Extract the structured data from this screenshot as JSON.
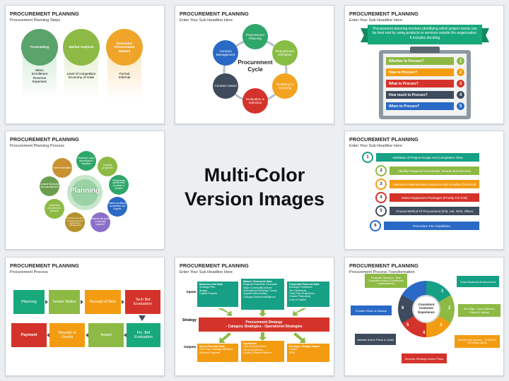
{
  "center": {
    "line1": "Multi-Color",
    "line2": "Version Images"
  },
  "s1": {
    "title": "PROCUREMENT PLANNING",
    "subtitle": "Procurement Planning Steps",
    "circles": [
      {
        "label": "Forecasting",
        "items": [
          "Menu",
          "Enrollment",
          "Revenue",
          "Expenses"
        ],
        "color": "#5aa36b"
      },
      {
        "label": "Market Analysis",
        "items": [
          "Level of competition",
          "Economy of scale"
        ],
        "color": "#8dba44"
      },
      {
        "label": "Determine Procurement Method",
        "items": [
          "Formal",
          "Informal"
        ],
        "color": "#efa52a"
      }
    ]
  },
  "s2": {
    "title": "PROCUREMENT PLANNING",
    "subtitle": "Enter Your Sub Headline Here",
    "center": "Procurement Cycle",
    "nodes": [
      "Procurement Planning",
      "Requirement Definition",
      "Tendering or Sourcing",
      "Evaluation & Selection",
      "Contract Award",
      "Contract Management"
    ]
  },
  "s3": {
    "title": "PROCUREMENT PLANNING",
    "subtitle": "Enter Your Sub Headline Here",
    "banner": "Procurement planning involves identifying which project needs can be best met by using products or services outside the organization. It includes deciding",
    "rows": [
      {
        "label": "Whether to Procure?",
        "num": "1"
      },
      {
        "label": "How to Procure?",
        "num": "2"
      },
      {
        "label": "What to Procure?",
        "num": "3"
      },
      {
        "label": "How much to Procure?",
        "num": "4"
      },
      {
        "label": "When to Procure?",
        "num": "5"
      }
    ]
  },
  "s4": {
    "title": "PROCUREMENT PLANNING",
    "subtitle": "Procurement Planning Process",
    "center": "Planning",
    "petals": [
      "Business case developed & adopted",
      "Training programs",
      "Private-lease government contracts or tenders",
      "Market conditions, competition and supplier",
      "What are the goods or services required?",
      "Procurement plan development and approval by management",
      "Undertake procurement process",
      "Contract finalization and management",
      "Need identified"
    ]
  },
  "s5": {
    "title": "PROCUREMENT PLANNING",
    "subtitle": "Enter Your Sub Headline Here",
    "rows": [
      {
        "num": "1",
        "label": "Definition of Project Scope And Completion Time"
      },
      {
        "num": "2",
        "label": "Identify Required Civil Works, Goods and Services"
      },
      {
        "num": "3",
        "label": "Determine Implementation Sequence And Schedule (Technical)"
      },
      {
        "num": "4",
        "label": "Select Equipment Packages (Priority For ICB)"
      },
      {
        "num": "5",
        "label": "Choose Method Of Procurement (ICB, LIB, NCB, Other)"
      },
      {
        "num": "6",
        "label": "Procedure Per Guidelines"
      }
    ]
  },
  "s6": {
    "title": "PROCUREMENT PLANNING",
    "subtitle": "Procurement Process",
    "top": [
      "Planning",
      "Tender Notice",
      "Receipt of Bids",
      "Tech Bid Evaluation"
    ],
    "bottom": [
      "Payment",
      "Receipt of Goods",
      "Award",
      "Fin. Bid Evaluation"
    ]
  },
  "s7": {
    "title": "PROCUREMENT PLANNING",
    "subtitle": "Enter Your Sub Headline Here",
    "labels": {
      "inputs": "Inputs",
      "strategy": "Strategy",
      "outputs": "Outputs"
    },
    "inputs": [
      {
        "head": "Business Unit Data",
        "items": [
          "Strategic Plan",
          "Budget",
          "Capital Projects"
        ]
      },
      {
        "head": "Market / Economic Data",
        "items": [
          "Regional Economic Forecasts",
          "Major Commodity Indices",
          "International Monetary Trends",
          "Supplier M&A Activity",
          "Category Market Intelligence"
        ]
      },
      {
        "head": "Corporate Financial Data",
        "items": [
          "Earnings Projections",
          "Tax Treatments",
          "Cash Flow Projections",
          "Growth Projections",
          "Cost of Capital"
        ]
      }
    ],
    "strategy": {
      "line1": "Procurement Strategy",
      "line2": "- Category Strategies - Operational Strategies"
    },
    "outputs": [
      {
        "head": "Spend Forecast Data",
        "items": [
          "Cost Plan / Savings Initiatives",
          "Demand Forecast"
        ]
      },
      {
        "head": "Operations",
        "items": [
          "Cost of procurement",
          "Efficiency Metrics",
          "Quality & Service Metrics"
        ]
      },
      {
        "head": "Earnings / Budget Impact",
        "items": [
          "Capital",
          "O&M"
        ]
      }
    ]
  },
  "s8": {
    "title": "PROCUREMENT PLANNING",
    "subtitle": "Procurement Process Transformation",
    "center": "Consistent Customer Experience",
    "nums": [
      "1",
      "2",
      "3",
      "4",
      "5",
      "6"
    ],
    "labels": [
      "Scan Business Environment",
      "Set High - Level Mission, Vision & Values",
      "Assess Key process - SCERS & Set Action Items",
      "Develop Strategic Action Plans",
      "Validate Action Plans & Goals",
      "Finalize Vision & Mission",
      "Evaluate, Measure, Take Corrective Action (Continuous Improvement)"
    ]
  }
}
